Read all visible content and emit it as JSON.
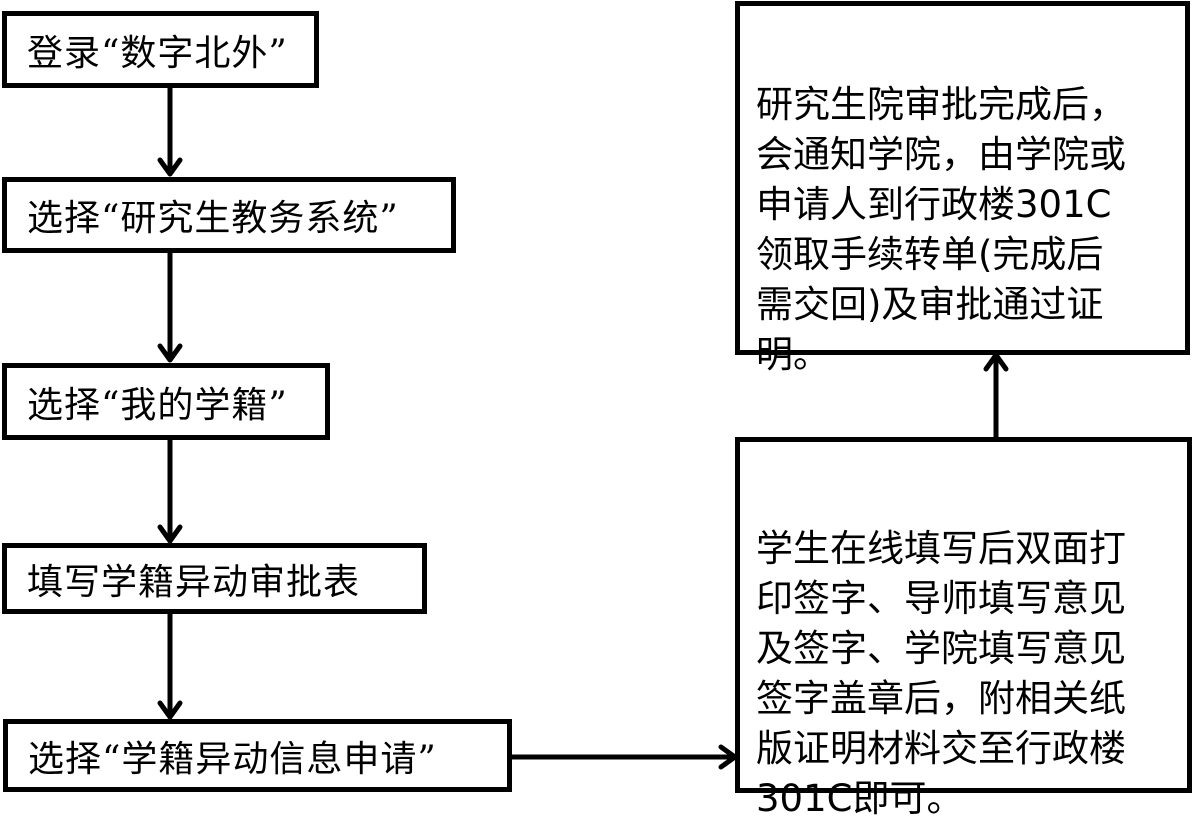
{
  "diagram": {
    "left_steps": [
      {
        "text": "登录“数字北外”"
      },
      {
        "text": "选择“研究生教务系统”"
      },
      {
        "text": "选择“我的学籍”"
      },
      {
        "text": "填写学籍异动审批表"
      },
      {
        "text": "选择“学籍异动信息申请”"
      }
    ],
    "right_steps": [
      {
        "text": "学生在线填写后双面打\n印签字、导师填写意见\n及签字、学院填写意见\n签字盖章后，附相关纸\n版证明材料交至行政楼\n301C即可。"
      },
      {
        "text": "研究生院审批完成后，\n会通知学院，由学院或\n申请人到行政楼301C\n领取手续转单(完成后\n需交回)及审批通过证\n明。"
      }
    ],
    "connections": [
      {
        "from": "left_steps.0",
        "to": "left_steps.1",
        "direction": "down"
      },
      {
        "from": "left_steps.1",
        "to": "left_steps.2",
        "direction": "down"
      },
      {
        "from": "left_steps.2",
        "to": "left_steps.3",
        "direction": "down"
      },
      {
        "from": "left_steps.3",
        "to": "left_steps.4",
        "direction": "down"
      },
      {
        "from": "left_steps.4",
        "to": "right_steps.0",
        "direction": "right"
      },
      {
        "from": "right_steps.0",
        "to": "right_steps.1",
        "direction": "up"
      }
    ]
  }
}
